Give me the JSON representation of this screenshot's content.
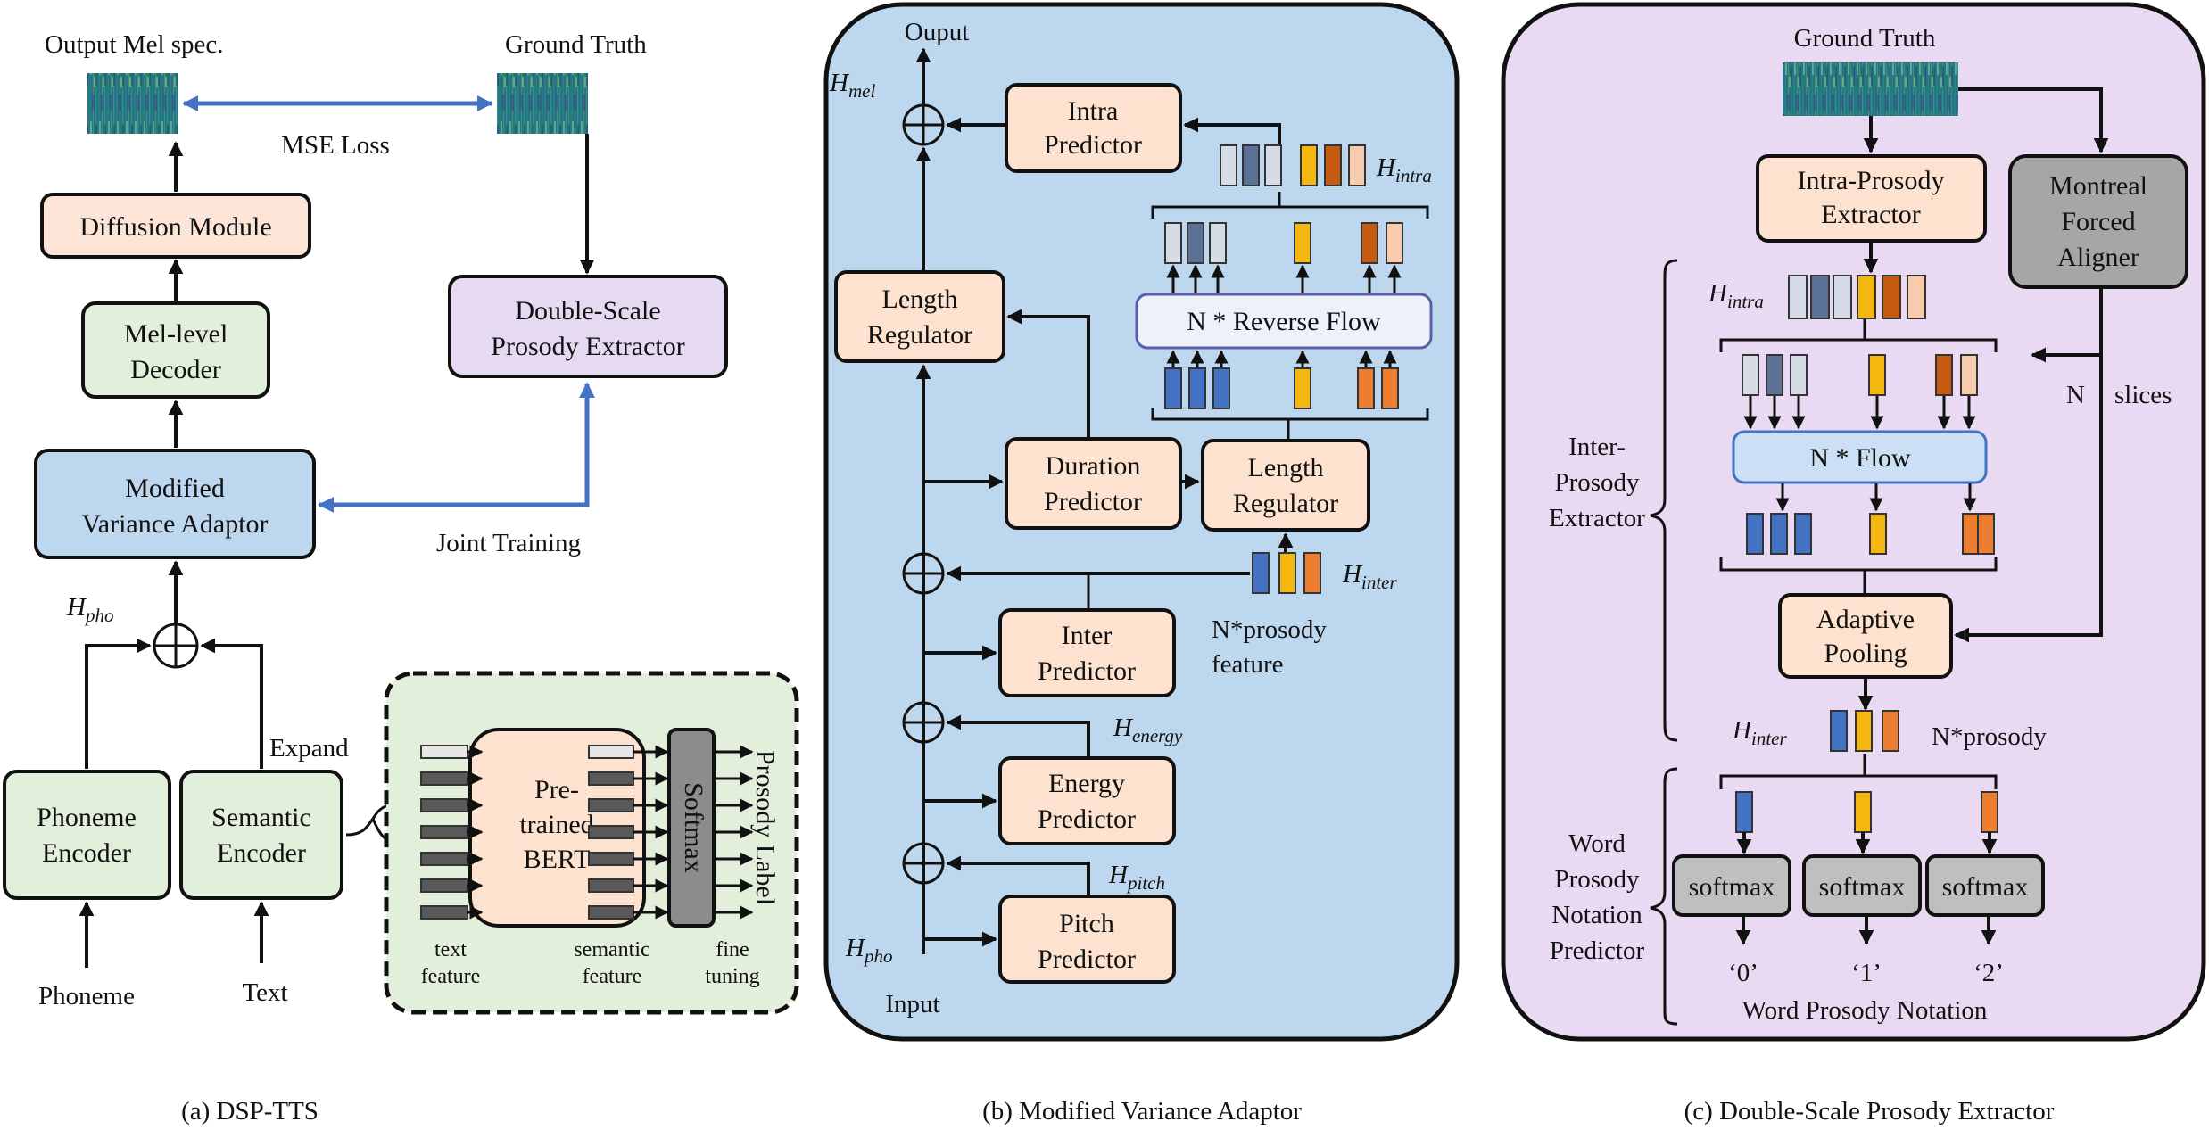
{
  "colors": {
    "orange_box": "#fde3cf",
    "orange_box_alt": "#fce4d6",
    "green_box": "#e2efda",
    "blue_box": "#bdd7ee",
    "purple_box": "#e6d9f2",
    "panel_b_bg": "#bdd7ee",
    "panel_c_bg": "#ead9f2",
    "grey_box": "#a6a6a6",
    "softmax_box": "#bfbfbf",
    "bar_blue": "#4472c4",
    "bar_yellow": "#f4b70f",
    "bar_orange": "#ed7d31",
    "bar_darkorange": "#c55a11",
    "bar_slate": "#5b7196",
    "bar_light": "#d6dce5",
    "bar_peach": "#f8cbad",
    "link_blue": "#4472c4"
  },
  "panel_a": {
    "output_mel_label": "Output Mel spec.",
    "ground_truth_label": "Ground Truth",
    "mse_loss_label": "MSE Loss",
    "diffusion_module": "Diffusion Module",
    "mel_decoder_l1": "Mel-level",
    "mel_decoder_l2": "Decoder",
    "double_scale_l1": "Double-Scale",
    "double_scale_l2": "Prosody Extractor",
    "modified_va_l1": "Modified",
    "modified_va_l2": "Variance Adaptor",
    "joint_training": "Joint Training",
    "h_pho": "H",
    "h_pho_sub": "pho",
    "expand": "Expand",
    "phoneme_encoder_l1": "Phoneme",
    "phoneme_encoder_l2": "Encoder",
    "semantic_encoder_l1": "Semantic",
    "semantic_encoder_l2": "Encoder",
    "phoneme_input": "Phoneme",
    "text_input": "Text",
    "bert_l1": "Pre-",
    "bert_l2": "trained",
    "bert_l3": "BERT",
    "softmax": "Softmax",
    "prosody_label": "Prosody Label",
    "text_feature_l1": "text",
    "text_feature_l2": "feature",
    "semantic_feature_l1": "semantic",
    "semantic_feature_l2": "feature",
    "fine_tuning_l1": "fine",
    "fine_tuning_l2": "tuning",
    "caption": "(a) DSP-TTS"
  },
  "panel_b": {
    "output": "Ouput",
    "input": "Input",
    "h_mel": "H",
    "h_mel_sub": "mel",
    "h_intra": "H",
    "h_intra_sub": "intra",
    "h_inter": "H",
    "h_inter_sub": "inter",
    "h_energy": "H",
    "h_energy_sub": "energy",
    "h_pitch": "H",
    "h_pitch_sub": "pitch",
    "h_pho": "H",
    "h_pho_sub": "pho",
    "intra_predictor_l1": "Intra",
    "intra_predictor_l2": "Predictor",
    "length_regulator_l1": "Length",
    "length_regulator_l2": "Regulator",
    "reverse_flow": "N *  Reverse Flow",
    "duration_predictor_l1": "Duration",
    "duration_predictor_l2": "Predictor",
    "length_regulator2_l1": "Length",
    "length_regulator2_l2": "Regulator",
    "inter_predictor_l1": "Inter",
    "inter_predictor_l2": "Predictor",
    "n_prosody_l1": "N*prosody",
    "n_prosody_l2": "feature",
    "energy_predictor_l1": "Energy",
    "energy_predictor_l2": "Predictor",
    "pitch_predictor_l1": "Pitch",
    "pitch_predictor_l2": "Predictor",
    "caption": "(b) Modified Variance Adaptor"
  },
  "panel_c": {
    "ground_truth": "Ground Truth",
    "intra_extractor_l1": "Intra-Prosody",
    "intra_extractor_l2": "Extractor",
    "mfa_l1": "Montreal",
    "mfa_l2": "Forced",
    "mfa_l3": "Aligner",
    "h_intra": "H",
    "h_intra_sub": "intra",
    "n_slices_n": "N",
    "n_slices": "slices",
    "inter_extractor_l1": "Inter-",
    "inter_extractor_l2": "Prosody",
    "inter_extractor_l3": "Extractor",
    "flow": "N *  Flow",
    "adaptive_pooling_l1": "Adaptive",
    "adaptive_pooling_l2": "Pooling",
    "h_inter": "H",
    "h_inter_sub": "inter",
    "n_prosody": "N*prosody",
    "word_predictor_l1": "Word",
    "word_predictor_l2": "Prosody",
    "word_predictor_l3": "Notation",
    "word_predictor_l4": "Predictor",
    "softmax_1": "softmax",
    "softmax_2": "softmax",
    "softmax_3": "softmax",
    "label_0": "‘0’",
    "label_1": "‘1’",
    "label_2": "‘2’",
    "word_prosody_notation": "Word Prosody Notation",
    "caption": "(c) Double-Scale Prosody Extractor"
  }
}
